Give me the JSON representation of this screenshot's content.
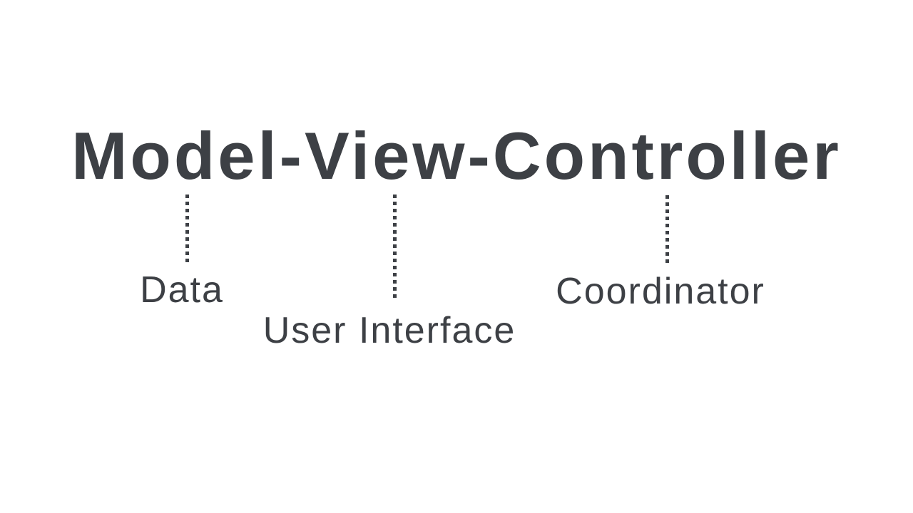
{
  "title": "Model-View-Controller",
  "colors": {
    "text": "#3d4045",
    "background": "#ffffff"
  },
  "labels": [
    {
      "id": "model",
      "text": "Data"
    },
    {
      "id": "view",
      "text": "User Interface"
    },
    {
      "id": "controller",
      "text": "Coordinator"
    }
  ]
}
